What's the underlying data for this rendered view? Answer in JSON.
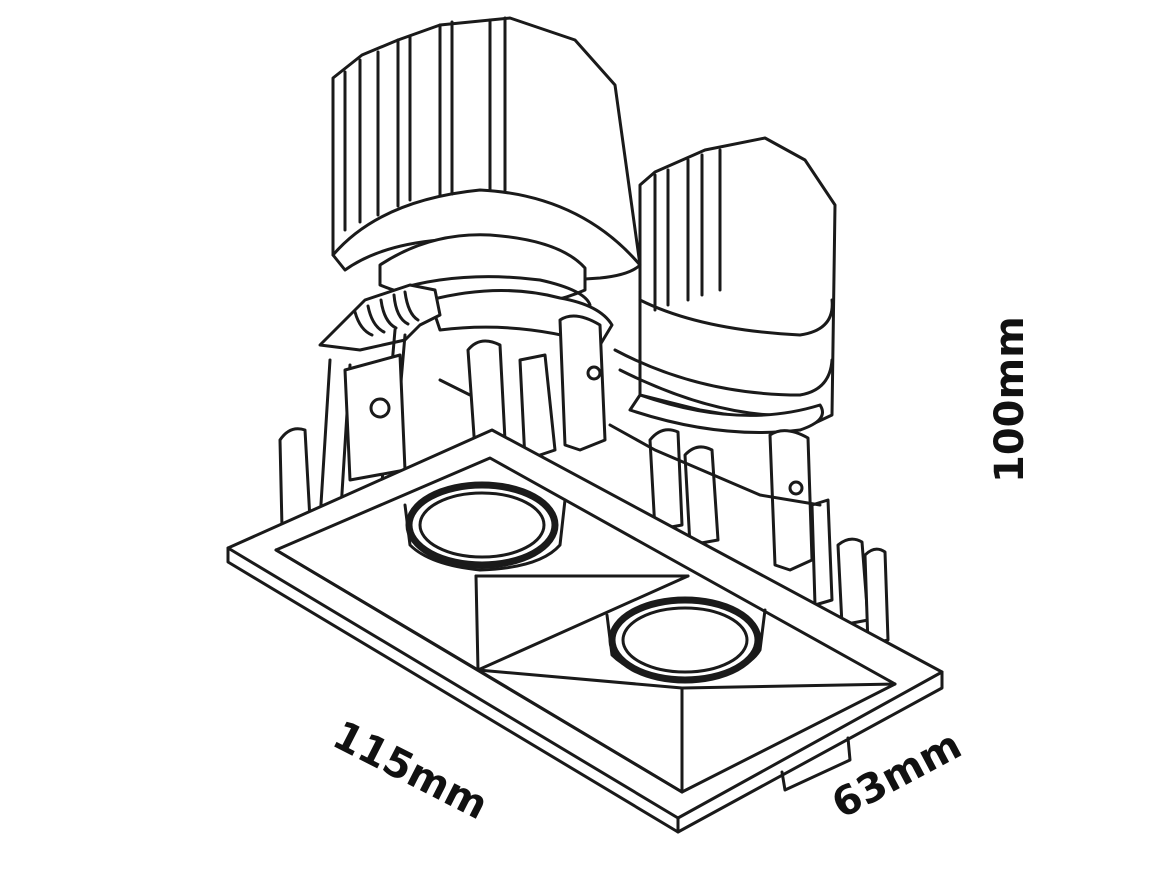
{
  "diagram": {
    "dimensions": {
      "length": "115mm",
      "width": "63mm",
      "height": "100mm"
    },
    "colors": {
      "line": "#1a1a1a",
      "background": "#ffffff"
    }
  }
}
